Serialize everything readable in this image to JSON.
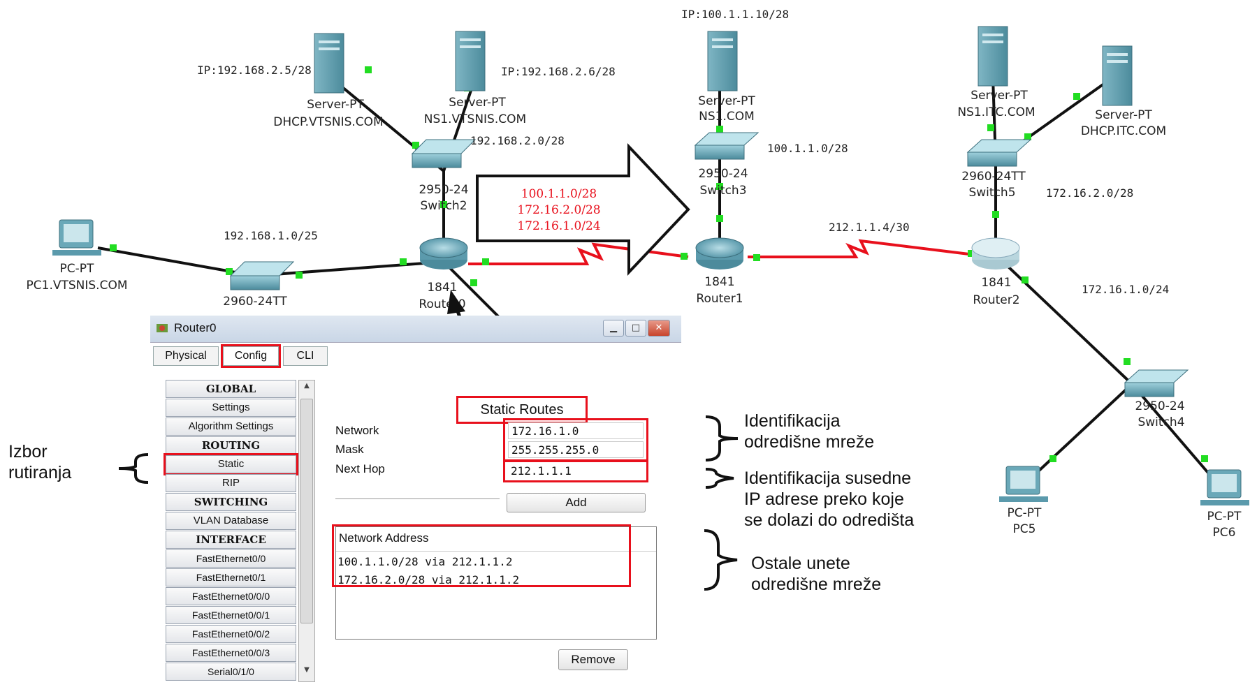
{
  "colors": {
    "link": "#111111",
    "serial_link": "#e8101c",
    "port": "#22dd22",
    "highlight": "#e8101c",
    "device": "#5f9fb0"
  },
  "labels": {
    "ip_server_dhcp_vts": "IP:192.168.2.5/28",
    "ip_server_ns1_vts": "IP:192.168.2.6/28",
    "ip_server_ns1_com": "IP:100.1.1.10/28",
    "server_dhcp_vts_a": "Server-PT",
    "server_dhcp_vts_b": "DHCP.VTSNIS.COM",
    "server_ns1_vts_a": "Server-PT",
    "server_ns1_vts_b": "NS1.VTSNIS.COM",
    "server_ns1_com_a": "Server-PT",
    "server_ns1_com_b": "NS1.COM",
    "server_ns1_itc_a": "Server-PT",
    "server_ns1_itc_b": "NS1.ITC.COM",
    "server_dhcp_itc_a": "Server-PT",
    "server_dhcp_itc_b": "DHCP.ITC.COM",
    "switch2_a": "2950-24",
    "switch2_b": "Switch2",
    "switch3_a": "2950-24",
    "switch3_b": "Switch3",
    "switch5_a": "2960-24TT",
    "switch5_b": "Switch5",
    "switch4_a": "2950-24",
    "switch4_b": "Switch4",
    "switch_lan_a": "2960-24TT",
    "router0_a": "1841",
    "router0_b": "Router0",
    "router1_a": "1841",
    "router1_b": "Router1",
    "router2_a": "1841",
    "router2_b": "Router2",
    "pc1_a": "PC-PT",
    "pc1_b": "PC1.VTSNIS.COM",
    "pc5_a": "PC-PT",
    "pc5_b": "PC5",
    "pc6_a": "PC-PT",
    "pc6_b": "PC6",
    "net_192_2": "192.168.2.0/28",
    "net_192_1": "192.168.1.0/25",
    "net_100": "100.1.1.0/28",
    "net_212": "212.1.1.4/30",
    "net_172_2": "172.16.2.0/28",
    "net_172_1": "172.16.1.0/24",
    "arrow_line1": "100.1.1.0/28",
    "arrow_line2": "172.16.2.0/28",
    "arrow_line3": "172.16.1.0/24"
  },
  "window": {
    "title": "Router0",
    "tabs": {
      "physical": "Physical",
      "config": "Config",
      "cli": "CLI"
    },
    "sidebar": {
      "global": "GLOBAL",
      "settings": "Settings",
      "algorithm": "Algorithm Settings",
      "routing": "ROUTING",
      "static": "Static",
      "rip": "RIP",
      "switching": "SWITCHING",
      "vlan": "VLAN Database",
      "interface": "INTERFACE",
      "fe00": "FastEthernet0/0",
      "fe01": "FastEthernet0/1",
      "fe000": "FastEthernet0/0/0",
      "fe001": "FastEthernet0/0/1",
      "fe002": "FastEthernet0/0/2",
      "fe003": "FastEthernet0/0/3",
      "serial": "Serial0/1/0"
    },
    "static_routes": {
      "title": "Static Routes",
      "network_label": "Network",
      "mask_label": "Mask",
      "nexthop_label": "Next Hop",
      "network_value": "172.16.1.0",
      "mask_value": "255.255.255.0",
      "nexthop_value": "212.1.1.1",
      "add": "Add",
      "list_header": "Network Address",
      "route1": "100.1.1.0/28 via 212.1.1.2",
      "route2": "172.16.2.0/28 via 212.1.1.2",
      "remove": "Remove"
    }
  },
  "annotations": {
    "izbor_1": "Izbor",
    "izbor_2": "rutiranja",
    "ident_dest_1": "Identifikacija",
    "ident_dest_2": "odredišne mreže",
    "ident_hop_1": "Identifikacija susedne",
    "ident_hop_2": "IP adrese preko koje",
    "ident_hop_3": "se dolazi do odredišta",
    "other_1": "Ostale unete",
    "other_2": "odredišne mreže"
  }
}
